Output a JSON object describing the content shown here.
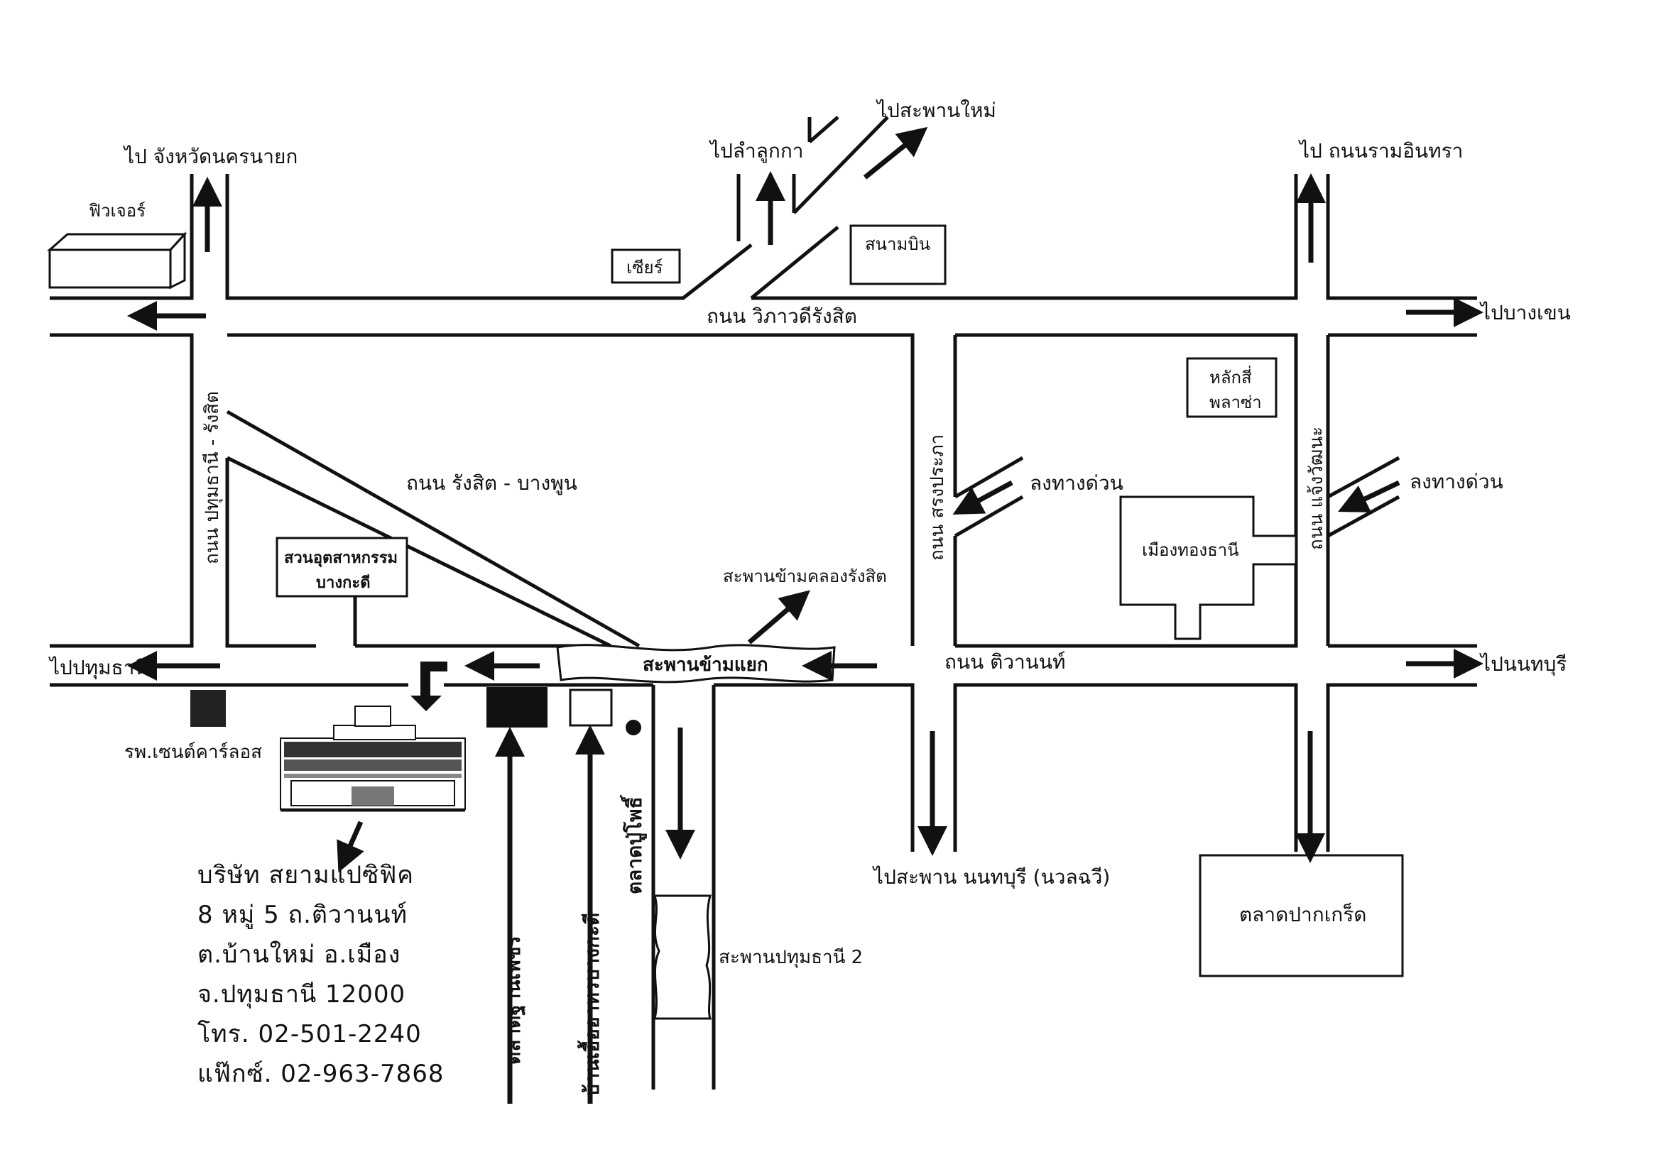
{
  "labels": {
    "nakhon_nayok": "ไป จังหวัดนครนายก",
    "future": "ฟิวเจอร์",
    "lam_luk_ka": "ไปลำลูกกา",
    "saphan_mai": "ไปสะพานใหม่",
    "sears": "เซียร์",
    "airport": "สนามบิน",
    "ram_inthra": "ไป ถนนรามอินทรา",
    "vibhavadi": "ถนน วิภาวดีรังสิต",
    "bang_khen": "ไปบางเขน",
    "pathum_rangsit_rd": "ถนน ปทุมธานี - รังสิต",
    "rangsit_bangphun_rd": "ถนน รังสิต - บางพูน",
    "songprapa_rd": "ถนน สรงประภา",
    "lak_si": "หลักสี่",
    "plaza": "พลาซ่า",
    "chaengwattana_rd": "ถนน แจ้งวัฒนะ",
    "expressway_1": "ลงทางด่วน",
    "expressway_2": "ลงทางด่วน",
    "muang_thong": "เมืองทองธานี",
    "industrial_1": "สวนอุตสาหกรรม",
    "industrial_2": "บางกะดี",
    "khlong_rangsit_bridge": "สะพานข้ามคลองรังสิต",
    "pathum_thani": "ไปปทุมธานี",
    "overpass": "สะพานข้ามแยก",
    "tiwanon_rd": "ถนน ติวานนท์",
    "nonthaburi": "ไปนนทบุรี",
    "hospital": "รพ.เซนต์คาร์ลอส",
    "talad_tharn_phet": "ตลาดฐานเพชร",
    "ban_eua_arthorn": "บ้านเอื้ออาทรบางกะดี",
    "talad_pupho": "ตลาดปู่โพธิ์",
    "nonthaburi_bridge": "ไปสะพาน นนทบุรี (นวลฉวี)",
    "pathum_bridge_2": "สะพานปทุมธานี 2",
    "pak_kret_market": "ตลาดปากเกร็ด"
  },
  "address": {
    "company": "บริษัท สยามแปซิฟิค",
    "line1": "8 หมู่ 5 ถ.ติวานนท์",
    "line2": "ต.บ้านใหม่ อ.เมือง",
    "line3": "จ.ปทุมธานี 12000",
    "phone": "โทร. 02-501-2240",
    "fax": "แฟ๊กซ์. 02-963-7868"
  }
}
